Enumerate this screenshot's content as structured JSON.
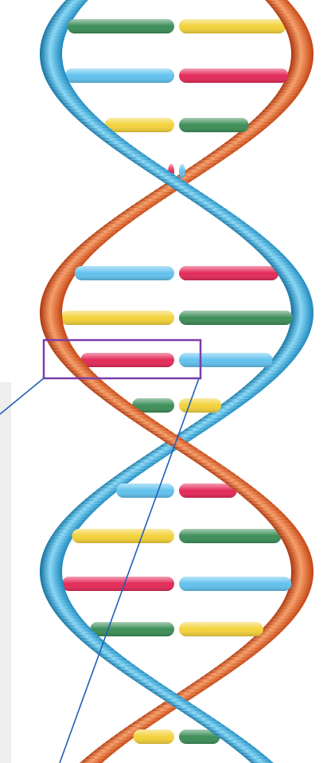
{
  "diagram": {
    "subject": "dna-double-helix",
    "colors": {
      "background": "#ffffff",
      "strand_orange": "#e8561c",
      "strand_orange_dark": "#a8320a",
      "strand_orange_light": "#f6a06c",
      "strand_blue": "#2fa7db",
      "strand_blue_dark": "#0f6e9e",
      "strand_blue_light": "#8ad8f6",
      "base_yellow": "#f3d23a",
      "base_red": "#e42a58",
      "base_green": "#3c8e58",
      "base_blue": "#62c2ee",
      "highlight_box": "#7d3cab",
      "pointer_line": "#1f5eb8"
    },
    "base_pairs": [
      {
        "left": "base_green",
        "right": "base_yellow"
      },
      {
        "left": "base_blue",
        "right": "base_red"
      },
      {
        "left": "base_yellow",
        "right": "base_green"
      },
      {
        "left": "base_red",
        "right": "base_blue"
      },
      {
        "left": "base_blue",
        "right": "base_red"
      },
      {
        "left": "base_yellow",
        "right": "base_green"
      },
      {
        "left": "base_red",
        "right": "base_blue"
      },
      {
        "left": "base_green",
        "right": "base_yellow"
      },
      {
        "left": "base_blue",
        "right": "base_red"
      },
      {
        "left": "base_yellow",
        "right": "base_green"
      },
      {
        "left": "base_red",
        "right": "base_blue"
      },
      {
        "left": "base_green",
        "right": "base_yellow"
      },
      {
        "left": "base_yellow",
        "right": "base_green"
      }
    ],
    "highlighted_base_pair": 6
  }
}
